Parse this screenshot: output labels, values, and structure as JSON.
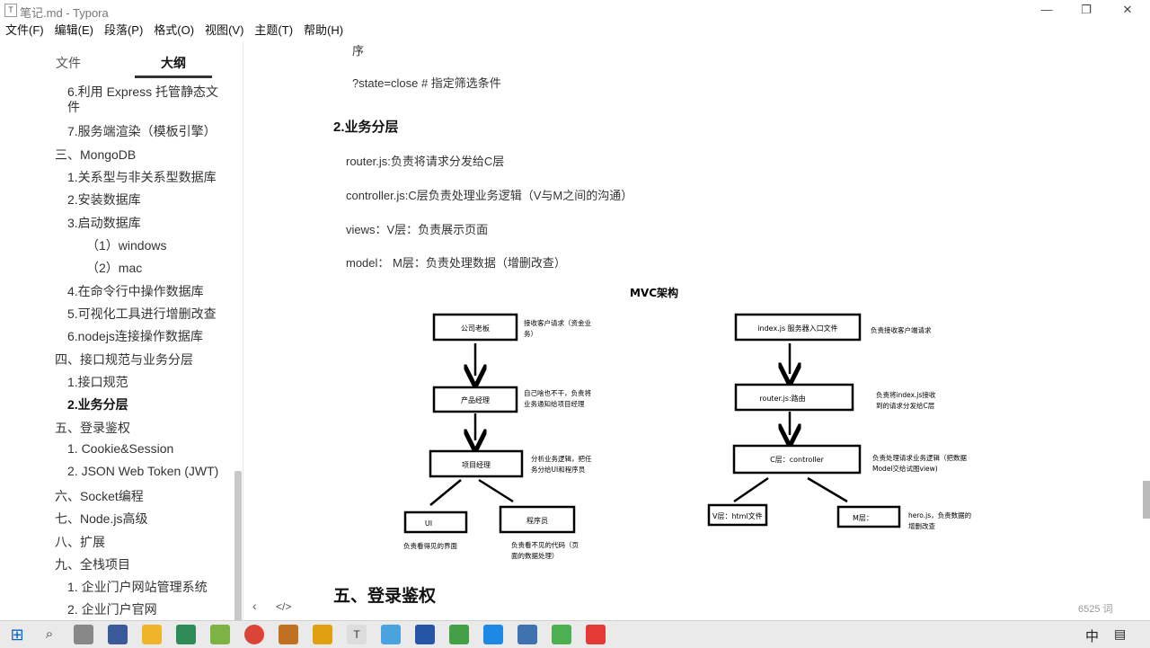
{
  "window": {
    "title": "笔记.md - Typora",
    "app_icon": "T",
    "minimize": "—",
    "maximize": "❐",
    "close": "✕"
  },
  "menu": [
    "文件(F)",
    "编辑(E)",
    "段落(P)",
    "格式(O)",
    "视图(V)",
    "主题(T)",
    "帮助(H)"
  ],
  "sidebar": {
    "tabs": [
      "文件",
      "大纲"
    ],
    "outline": [
      {
        "text": "6.利用 Express 托管静态文",
        "indent": 2
      },
      {
        "text": "件",
        "indent": 2
      },
      {
        "text": "7.服务端渲染（模板引擎）",
        "indent": 2
      },
      {
        "text": "三、MongoDB",
        "indent": 1
      },
      {
        "text": "1.关系型与非关系型数据库",
        "indent": 2
      },
      {
        "text": "2.安装数据库",
        "indent": 2
      },
      {
        "text": "3.启动数据库",
        "indent": 2
      },
      {
        "text": "（1）windows",
        "indent": 3
      },
      {
        "text": "（2）mac",
        "indent": 3
      },
      {
        "text": "4.在命令行中操作数据库",
        "indent": 2
      },
      {
        "text": "5.可视化工具进行增删改查",
        "indent": 2
      },
      {
        "text": "6.nodejs连接操作数据库",
        "indent": 2
      },
      {
        "text": "四、接口规范与业务分层",
        "indent": 1
      },
      {
        "text": "1.接口规范",
        "indent": 2
      },
      {
        "text": "2.业务分层",
        "indent": 2,
        "active": true
      },
      {
        "text": "五、登录鉴权",
        "indent": 1
      },
      {
        "text": "1. Cookie&Session",
        "indent": 2
      },
      {
        "text": "2. JSON Web Token (JWT)",
        "indent": 2
      },
      {
        "text": "六、Socket编程",
        "indent": 1
      },
      {
        "text": "七、Node.js高级",
        "indent": 1
      },
      {
        "text": "八、扩展",
        "indent": 1
      },
      {
        "text": "九、全栈项目",
        "indent": 1
      },
      {
        "text": "1. 企业门户网站管理系统",
        "indent": 2
      },
      {
        "text": "2. 企业门户官网",
        "indent": 2
      }
    ]
  },
  "content": {
    "line1": "序",
    "line2": "?state=close # 指定筛选条件",
    "heading_biz": "2.业务分层",
    "p_router": "router.js:负责将请求分发给C层",
    "p_controller": "controller.js:C层负责处理业务逻辑（V与M之间的沟通）",
    "p_views": "views：V层：负责展示页面",
    "p_model": "model： M层：负责处理数据（增删改查）",
    "heading_login": "五、登录鉴权"
  },
  "diagram": {
    "title": "MVC架构",
    "left": {
      "boss": "公司老板",
      "boss_note": [
        "接收客户请求（资金业",
        "务）"
      ],
      "pm": "产品经理",
      "pm_note": [
        "自己啥也不干，负责将",
        "业务通知给项目经理"
      ],
      "proj": "项目经理",
      "proj_note": [
        "分析业务逻辑，把任",
        "务分给UI和程序员"
      ],
      "ui": "UI",
      "ui_note": "负责看得见的界面",
      "dev": "程序员",
      "dev_note": [
        "负责看不见的代码（页",
        "面的数据处理）"
      ]
    },
    "right": {
      "index": "index.js 服务器入口文件",
      "index_note": "负责接收客户端请求",
      "router": "router.js:路由",
      "router_note": [
        "负责将index.js接收",
        "到的请求分发给C层"
      ],
      "c": "C层：controller",
      "c_note": [
        "负责处理请求业务逻辑（把数据",
        "Model交给试图view)"
      ],
      "v": "V层：html文件",
      "m": "M层：",
      "m_note": [
        "hero.js，负责数据的",
        "增删改查"
      ]
    }
  },
  "footer": {
    "back": "‹",
    "source": "</>",
    "wordcount": "6525 词"
  },
  "taskbar": {
    "ime": "中"
  }
}
